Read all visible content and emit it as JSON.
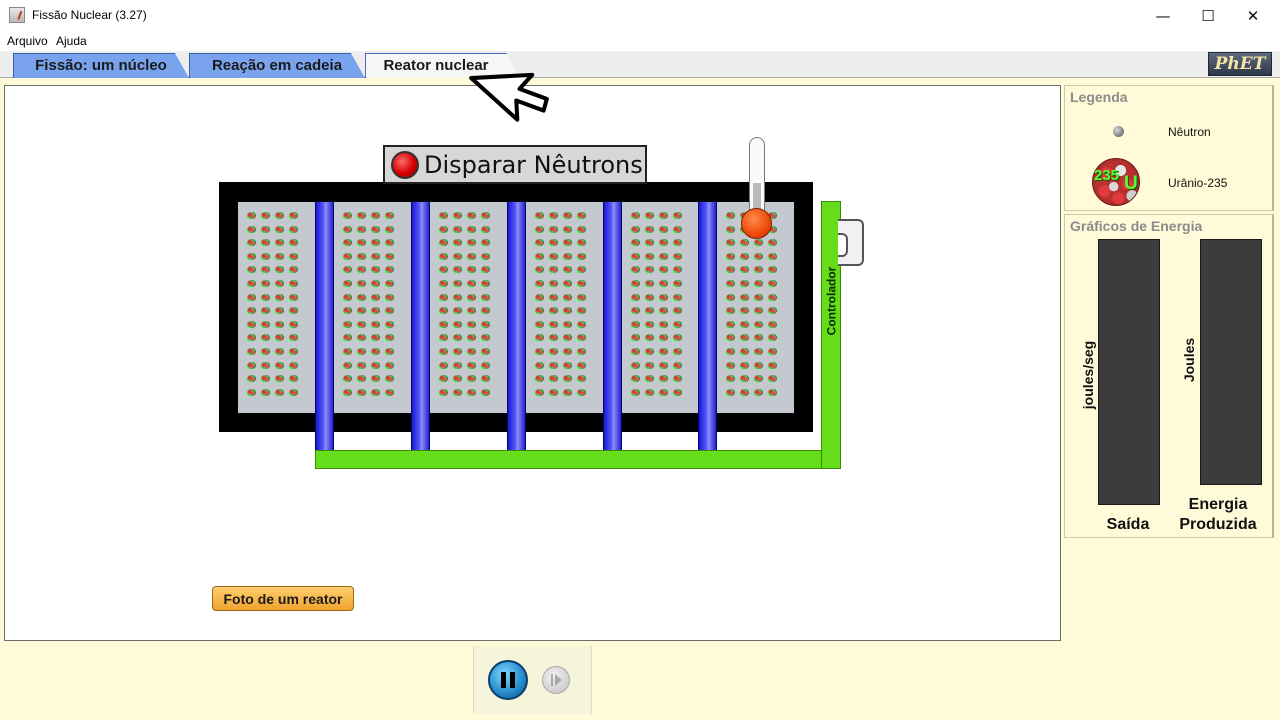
{
  "window": {
    "title": "Fissão Nuclear (3.27)",
    "minimize": "—",
    "maximize": "☐",
    "close": "✕"
  },
  "menu": [
    "Arquivo",
    "Ajuda"
  ],
  "tabs": [
    {
      "label": "Fissão: um núcleo",
      "active": false
    },
    {
      "label": "Reação em cadeia",
      "active": false
    },
    {
      "label": "Reator nuclear",
      "active": true
    }
  ],
  "logo": "PhET",
  "reactor": {
    "fire_label": "Disparar Nêutrons",
    "controller_label": "Controlador",
    "fuel_chambers": 6,
    "control_rods": 5
  },
  "photo_button": "Foto de um reator",
  "legend": {
    "title": "Legenda",
    "neutron_label": "Nêutron",
    "uranium_label": "Urânio-235",
    "uranium_mass": "235",
    "uranium_symbol": "U"
  },
  "energy": {
    "title": "Gráficos de Energia",
    "output_unit": "joules/seg",
    "output_label": "Saída",
    "produced_unit": "Joules",
    "produced_label_line1": "Energia",
    "produced_label_line2": "Produzida"
  },
  "colors": {
    "rod_blue": "#3a3aff",
    "controller_green": "#66dd1a",
    "thermo_orange": "#ee4a0a",
    "fire_red": "#d60000"
  }
}
